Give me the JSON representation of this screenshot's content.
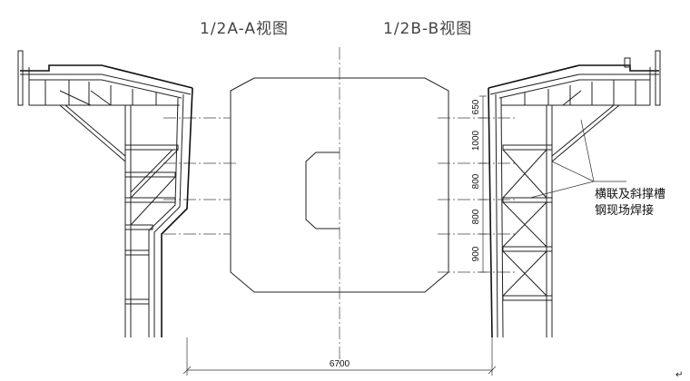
{
  "titles": {
    "left": "1/2A-A视图",
    "right": "1/2B-B视图"
  },
  "dimensions": {
    "vertical": [
      "650",
      "1000",
      "800",
      "800",
      "900"
    ],
    "bottom": "6700"
  },
  "note": {
    "line1": "横联及斜撑槽",
    "line2": "钢现场焊接"
  },
  "corner_mark": "↵"
}
